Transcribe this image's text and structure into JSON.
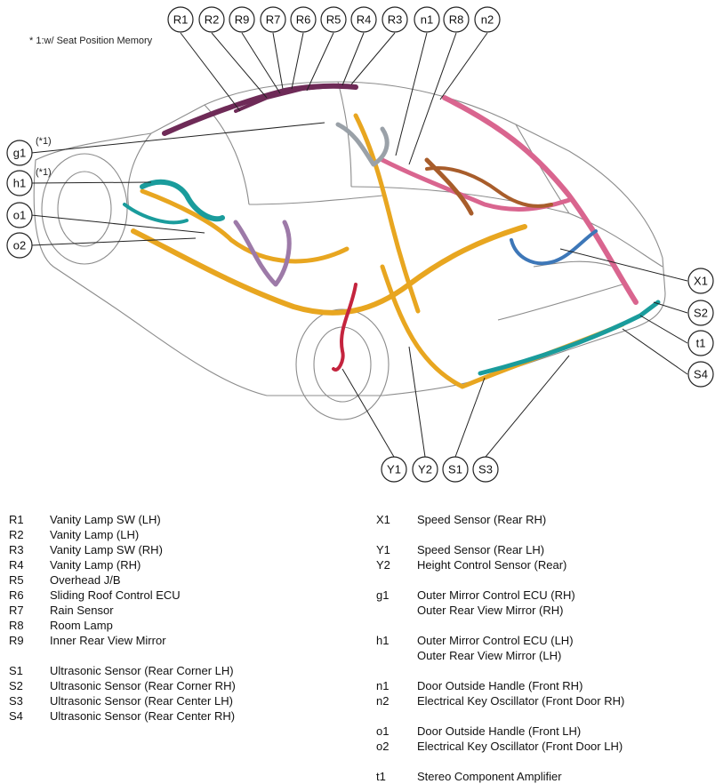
{
  "note": "* 1:w/ Seat Position Memory",
  "star_tag": "(*1)",
  "colors": {
    "orange": "#e8a620",
    "pink": "#d9658f",
    "purple": "#6e2a57",
    "teal": "#1a9c9c",
    "blue": "#3d77b8",
    "brown": "#a85d2b",
    "lilac": "#9d7aa8",
    "gray": "#9aa1a8",
    "red": "#c4243e"
  },
  "top_callouts": [
    "R1",
    "R2",
    "R9",
    "R7",
    "R6",
    "R5",
    "R4",
    "R3",
    "n1",
    "R8",
    "n2"
  ],
  "left_callouts": [
    "g1",
    "h1",
    "o1",
    "o2"
  ],
  "right_callouts": [
    "X1",
    "S2",
    "t1",
    "S4"
  ],
  "bottom_callouts": [
    "Y1",
    "Y2",
    "S1",
    "S3"
  ],
  "legend_left": [
    {
      "code": "R1",
      "text": "Vanity Lamp SW (LH)"
    },
    {
      "code": "R2",
      "text": "Vanity Lamp (LH)"
    },
    {
      "code": "R3",
      "text": "Vanity Lamp SW (RH)"
    },
    {
      "code": "R4",
      "text": "Vanity Lamp (RH)"
    },
    {
      "code": "R5",
      "text": "Overhead J/B"
    },
    {
      "code": "R6",
      "text": "Sliding Roof Control ECU"
    },
    {
      "code": "R7",
      "text": "Rain Sensor"
    },
    {
      "code": "R8",
      "text": "Room Lamp"
    },
    {
      "code": "R9",
      "text": "Inner Rear View Mirror"
    },
    {
      "code": "",
      "text": ""
    },
    {
      "code": "S1",
      "text": "Ultrasonic Sensor (Rear Corner LH)"
    },
    {
      "code": "S2",
      "text": "Ultrasonic Sensor (Rear Corner RH)"
    },
    {
      "code": "S3",
      "text": "Ultrasonic Sensor (Rear Center LH)"
    },
    {
      "code": "S4",
      "text": "Ultrasonic Sensor (Rear Center RH)"
    }
  ],
  "legend_right": [
    {
      "code": "X1",
      "text": "Speed Sensor (Rear RH)"
    },
    {
      "code": "",
      "text": ""
    },
    {
      "code": "Y1",
      "text": "Speed Sensor (Rear LH)"
    },
    {
      "code": "Y2",
      "text": "Height Control Sensor (Rear)"
    },
    {
      "code": "",
      "text": ""
    },
    {
      "code": "g1",
      "text": "Outer Mirror Control ECU (RH)"
    },
    {
      "code": "",
      "text": "Outer Rear View Mirror (RH)"
    },
    {
      "code": "",
      "text": ""
    },
    {
      "code": "h1",
      "text": "Outer Mirror Control ECU (LH)"
    },
    {
      "code": "",
      "text": "Outer Rear View Mirror (LH)"
    },
    {
      "code": "",
      "text": ""
    },
    {
      "code": "n1",
      "text": "Door Outside Handle (Front RH)"
    },
    {
      "code": "n2",
      "text": "Electrical Key Oscillator (Front Door RH)"
    },
    {
      "code": "",
      "text": ""
    },
    {
      "code": "o1",
      "text": "Door Outside Handle (Front LH)"
    },
    {
      "code": "o2",
      "text": "Electrical Key Oscillator (Front Door LH)"
    },
    {
      "code": "",
      "text": ""
    },
    {
      "code": "t1",
      "text": "Stereo Component Amplifier"
    }
  ]
}
